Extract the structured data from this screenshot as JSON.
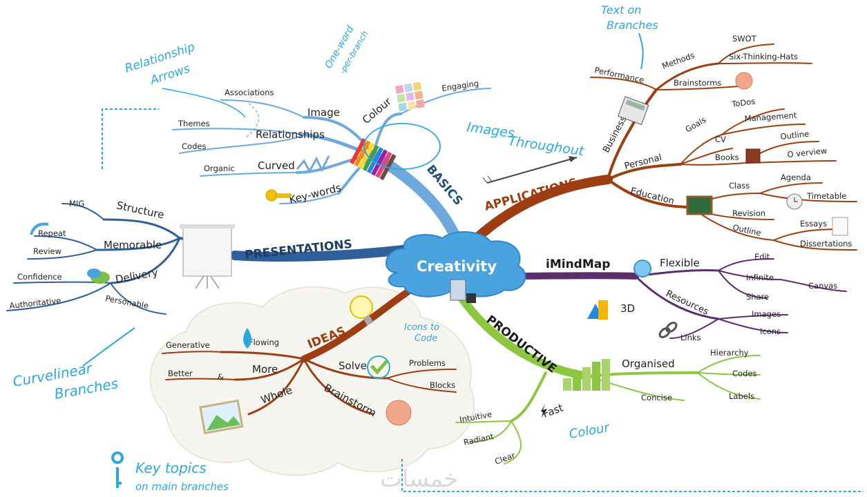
{
  "center": "Creativity",
  "main_branches": {
    "basics": "BASICS",
    "applications": "APPLICATIONS",
    "presentations": "PRESENTATIONS",
    "ideas": "IDEAS",
    "productive": "PRODUCTIVE",
    "imindmap": "iMindMap"
  },
  "basics": {
    "colour": "Colour",
    "engaging": "Engaging",
    "image": "Image",
    "associations": "Associations",
    "relationships": "Relationships",
    "themes": "Themes",
    "codes": "Codes",
    "curved": "Curved",
    "organic": "Organic",
    "keywords": "Key-words"
  },
  "applications": {
    "business": "Business",
    "performance": "Performance",
    "methods": "Methods",
    "swot": "SWOT",
    "six_hats": "Six-Thinking-Hats",
    "brainstorms": "Brainstorms",
    "personal": "Personal",
    "goals": "Goals",
    "todos": "ToDos",
    "management": "Management",
    "cv": "CV",
    "books": "Books",
    "outline": "Outline",
    "overview": "O verview",
    "education": "Education",
    "class": "Class",
    "agenda": "Agenda",
    "timetable": "Timetable",
    "revision": "Revision",
    "outline2": "Outline",
    "essays": "Essays",
    "dissertations": "Dissertations"
  },
  "presentations": {
    "structure": "Structure",
    "mig": "MIG",
    "memorable": "Memorable",
    "repeat": "Repeat",
    "review": "Review",
    "delivery": "Delivery",
    "confidence": "Confidence",
    "authoritative": "Authoritative",
    "personable": "Personable"
  },
  "ideas": {
    "more": "More",
    "generative": "Generative",
    "flowing": "Flowing",
    "better": "Better",
    "amp": "&",
    "whole": "Whole",
    "solve": "Solve",
    "problems": "Problems",
    "blocks": "Blocks",
    "brainstorm": "Brainstorm"
  },
  "imindmap": {
    "flexible": "Flexible",
    "edit": "Edit",
    "infinite": "Infinite",
    "canvas": "Canvas",
    "share": "Share",
    "resources": "Resources",
    "images": "Images",
    "icons": "Icons",
    "links": "Links",
    "three_d": "3D"
  },
  "productive": {
    "organised": "Organised",
    "hierarchy": "Hierarchy",
    "codes": "Codes",
    "labels": "Labels",
    "concise": "Concise",
    "fast": "Fast",
    "intuitive": "Intuitive",
    "radiant": "Radiant",
    "clear": "Clear"
  },
  "annotations": {
    "relationship_arrows_1": "Relationship",
    "relationship_arrows_2": "Arrows",
    "one_word_1": "One-word",
    "one_word_2": "-per-branch",
    "images_throughout_1": "Images",
    "images_throughout_2": "Throughout",
    "text_on_branches_1": "Text on",
    "text_on_branches_2": "Branches",
    "curvilinear_1": "Curvelinear",
    "curvilinear_2": "Branches",
    "icons_to_code_1": "Icons to",
    "icons_to_code_2": "Code",
    "colour": "Colour",
    "key_topics_1": "Key topics",
    "key_topics_2": "on main branches"
  },
  "watermark": "خمسات",
  "colors": {
    "basics": "#5b9bd5",
    "applications": "#a0461a",
    "presentations": "#2e5f9a",
    "ideas": "#a0461a",
    "productive": "#8dc63f",
    "imindmap": "#5c2d6e",
    "annotation": "#29a9e0",
    "cloud": "#4aa3df"
  }
}
